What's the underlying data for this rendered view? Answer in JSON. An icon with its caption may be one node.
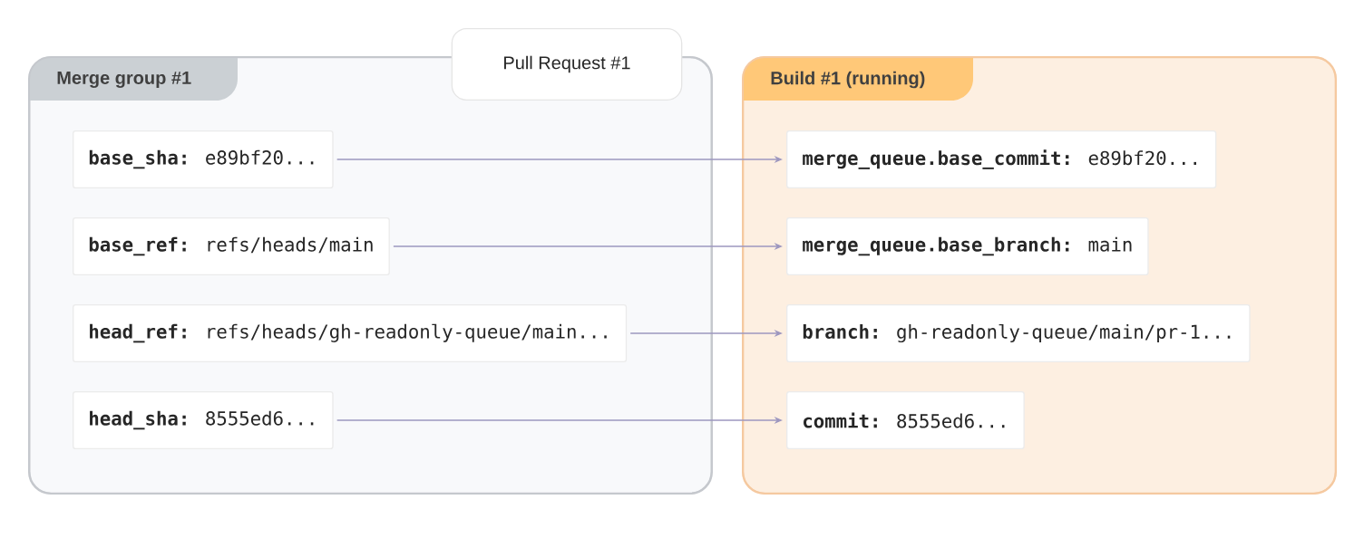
{
  "diagram": {
    "nodes": [
      {
        "text": [
          "Merge group #1"
        ]
      },
      {
        "text": [
          "Pull Request #1"
        ]
      },
      {
        "text": [
          "Build #1 (running)"
        ]
      },
      {
        "text": [
          "**base_sha:** e89bf20..."
        ],
        "in": 0
      },
      {
        "text": [
          "**base_ref:** refs/heads/main"
        ],
        "in": 0
      },
      {
        "text": [
          "**head_ref:** refs/heads/gh-readonly-queue/main..."
        ],
        "in": 0
      },
      {
        "text": [
          "**head_sha:** 8555ed6..."
        ],
        "in": 0
      },
      {
        "text": [
          "**merge_queue.base_commit:** e89bf20..."
        ],
        "in": 2
      },
      {
        "text": [
          "**merge_queue.base_branch:** main"
        ],
        "in": 2
      },
      {
        "text": [
          "**branch:** gh-readonly-queue/main/pr-1..."
        ],
        "in": 2
      },
      {
        "text": [
          "**commit:** 8555ed6..."
        ],
        "in": 2
      }
    ],
    "edges": [
      {
        "from": 3,
        "to": 7,
        "arrow": "to"
      },
      {
        "from": 4,
        "to": 8,
        "arrow": "to"
      },
      {
        "from": 5,
        "to": 9,
        "arrow": "to"
      },
      {
        "from": 6,
        "to": 10,
        "arrow": "to"
      }
    ]
  }
}
